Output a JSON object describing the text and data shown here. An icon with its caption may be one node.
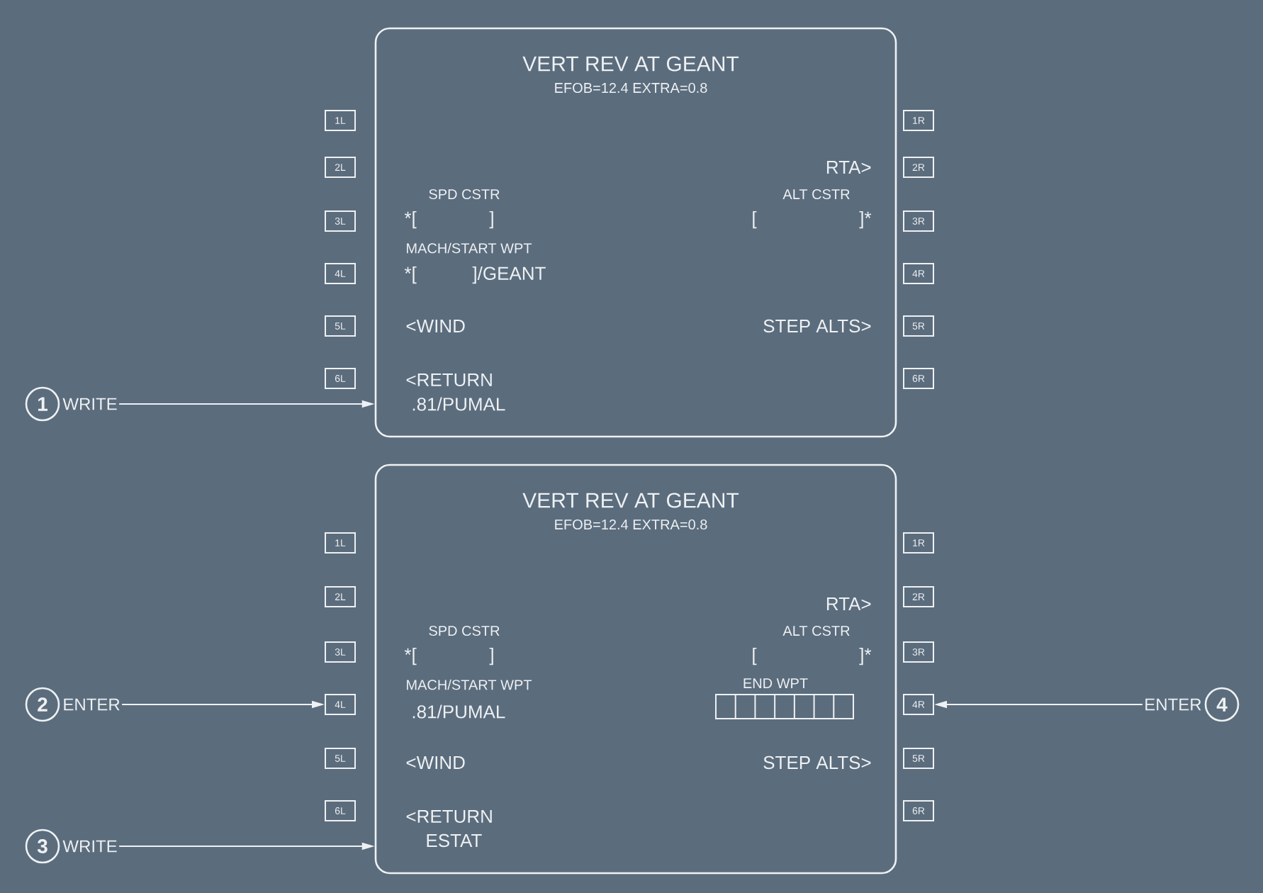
{
  "diagram": {
    "nodes": [
      {
        "text": [
          "VERT REV AT GEANT",
          "EFOB=12.4 EXTRA=0.8",
          "RTA>",
          "SPD CSTR",
          "ALT CSTR",
          "*[",
          "]",
          "[",
          "]*",
          "MACH/START WPT",
          "*[",
          "]/GEANT",
          "<WIND",
          "STEP ALTS>",
          "<RETURN",
          ".81/PUMAL"
        ]
      },
      {
        "text": [
          "1L"
        ]
      },
      {
        "text": [
          "2L"
        ]
      },
      {
        "text": [
          "3L"
        ]
      },
      {
        "text": [
          "4L"
        ]
      },
      {
        "text": [
          "5L"
        ]
      },
      {
        "text": [
          "6L"
        ]
      },
      {
        "text": [
          "1R"
        ]
      },
      {
        "text": [
          "2R"
        ]
      },
      {
        "text": [
          "3R"
        ]
      },
      {
        "text": [
          "4R"
        ]
      },
      {
        "text": [
          "5R"
        ]
      },
      {
        "text": [
          "6R"
        ]
      },
      {
        "text": [
          "1"
        ],
        "beside": [
          "WRITE"
        ]
      },
      {
        "text": [
          "VERT REV AT GEANT",
          "EFOB=12.4 EXTRA=0.8",
          "RTA>",
          "SPD CSTR",
          "ALT CSTR",
          "*[",
          "]",
          "[",
          "]*",
          "MACH/START WPT",
          "END WPT",
          ".81/PUMAL",
          "<WIND",
          "STEP ALTS>",
          "<RETURN",
          "ESTAT"
        ]
      },
      {
        "text": [
          "1L"
        ]
      },
      {
        "text": [
          "2L"
        ]
      },
      {
        "text": [
          "3L"
        ]
      },
      {
        "text": [
          "4L"
        ]
      },
      {
        "text": [
          "5L"
        ]
      },
      {
        "text": [
          "6L"
        ]
      },
      {
        "text": [
          "1R"
        ]
      },
      {
        "text": [
          "2R"
        ]
      },
      {
        "text": [
          "3R"
        ]
      },
      {
        "text": [
          "4R"
        ]
      },
      {
        "text": [
          "5R"
        ]
      },
      {
        "text": [
          "6R"
        ]
      },
      {
        "text": [
          "2"
        ],
        "beside": [
          "ENTER"
        ]
      },
      {
        "text": [
          "3"
        ],
        "beside": [
          "WRITE"
        ]
      },
      {
        "text": [
          "4"
        ],
        "beside": [
          "ENTER"
        ]
      }
    ],
    "edges": [
      {
        "from": 13,
        "to": 0,
        "arrow": "to"
      },
      {
        "from": 27,
        "to": 18,
        "arrow": "to"
      },
      {
        "from": 28,
        "to": 14,
        "arrow": "to"
      },
      {
        "from": 29,
        "to": 24,
        "arrow": "to"
      }
    ]
  }
}
